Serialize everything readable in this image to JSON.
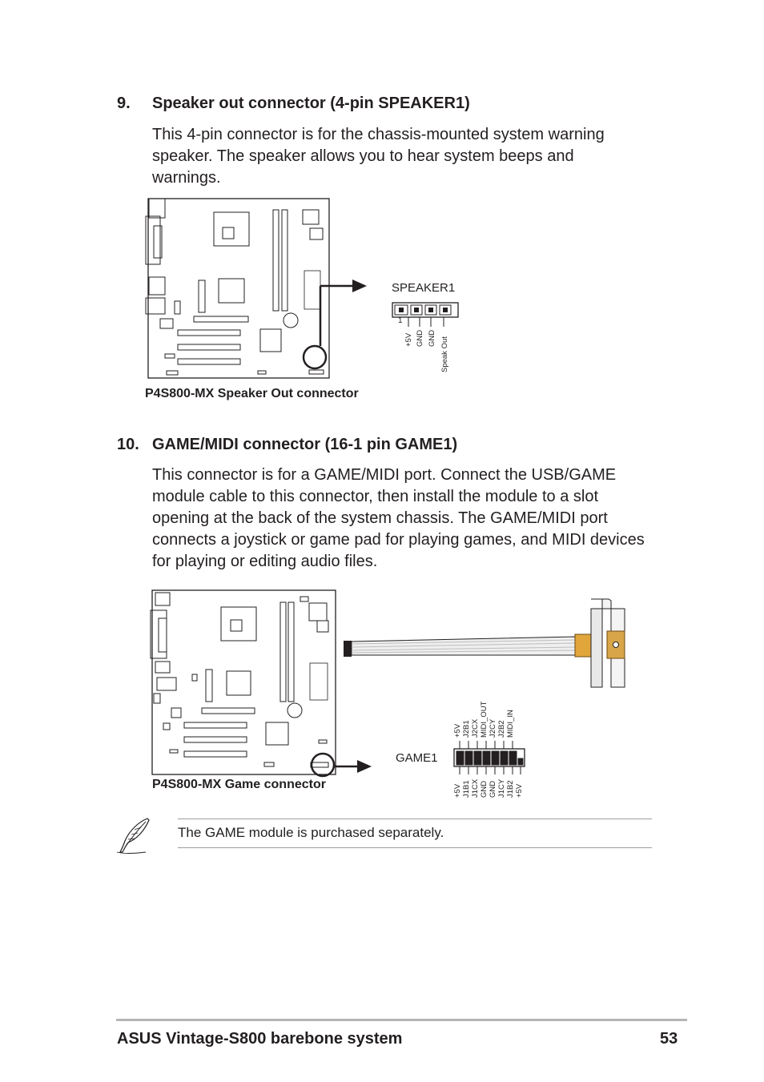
{
  "section9": {
    "number": "9.",
    "heading": "Speaker out connector (4-pin SPEAKER1)",
    "lines": [
      "This 4-pin connector is for the chassis-mounted system warning",
      "speaker. The speaker allows you to hear system beeps and",
      "warnings."
    ],
    "figure": {
      "caption": "P4S800-MX Speaker Out connector",
      "connector_label": "SPEAKER1",
      "pin1_marker": "1",
      "pins": [
        "+5V",
        "GND",
        "GND",
        "Speak Out"
      ]
    }
  },
  "section10": {
    "number": "10.",
    "heading": "GAME/MIDI connector (16-1 pin GAME1)",
    "lines": [
      "This connector is for a GAME/MIDI port. Connect the USB/GAME",
      "module cable to this connector, then install the module to a slot",
      "opening at the back of the system chassis. The GAME/MIDI port",
      "connects a joystick or game pad for playing games, and MIDI devices",
      "for playing or editing audio files."
    ],
    "figure": {
      "caption": "P4S800-MX Game connector",
      "connector_label": "GAME1",
      "top_pins": [
        "+5V",
        "J2B1",
        "J2CX",
        "MIDI_OUT",
        "J2CY",
        "J2B2",
        "MIDI_IN"
      ],
      "bottom_pins": [
        "+5V",
        "J1B1",
        "J1CX",
        "GND",
        "GND",
        "J1CY",
        "J1B2",
        "+5V"
      ]
    }
  },
  "note": {
    "icon": "feather-pen-icon",
    "text": "The GAME module is purchased separately."
  },
  "footer": {
    "title": "ASUS Vintage-S800 barebone system",
    "page_number": "53"
  }
}
